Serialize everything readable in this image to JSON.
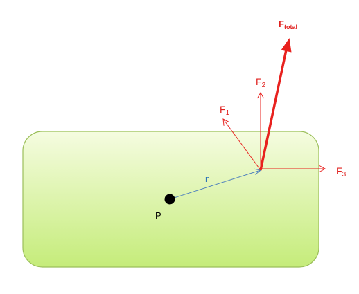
{
  "colors": {
    "body_fill_top": "#f5fce0",
    "body_fill_bottom": "#c5ec7a",
    "body_stroke": "#9bbf5a",
    "force": "#e8211e",
    "position_vector": "#4f81bd",
    "point": "#000000"
  },
  "labels": {
    "f1": {
      "base": "F",
      "sub": "1"
    },
    "f2": {
      "base": "F",
      "sub": "2"
    },
    "f3": {
      "base": "F",
      "sub": "3"
    },
    "ftotal": {
      "base": "F",
      "sub": "total"
    },
    "r": "r",
    "p": "P"
  }
}
